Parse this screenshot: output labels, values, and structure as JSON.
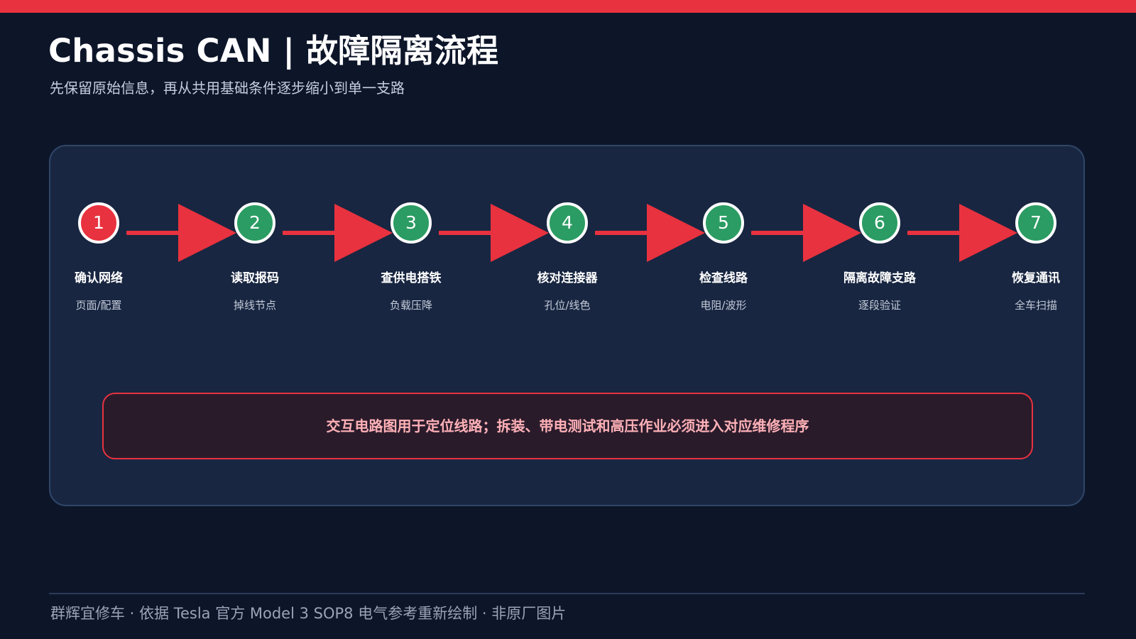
{
  "header": {
    "title": "Chassis CAN | 故障隔离流程",
    "subtitle": "先保留原始信息，再从共用基础条件逐步缩小到单一支路"
  },
  "flow": {
    "steps": [
      {
        "number": "1",
        "title": "确认网络",
        "subtitle": "页面/配置",
        "state": "active"
      },
      {
        "number": "2",
        "title": "读取报码",
        "subtitle": "掉线节点",
        "state": "done"
      },
      {
        "number": "3",
        "title": "查供电搭铁",
        "subtitle": "负载压降",
        "state": "done"
      },
      {
        "number": "4",
        "title": "核对连接器",
        "subtitle": "孔位/线色",
        "state": "done"
      },
      {
        "number": "5",
        "title": "检查线路",
        "subtitle": "电阻/波形",
        "state": "done"
      },
      {
        "number": "6",
        "title": "隔离故障支路",
        "subtitle": "逐段验证",
        "state": "done"
      },
      {
        "number": "7",
        "title": "恢复通讯",
        "subtitle": "全车扫描",
        "state": "done"
      }
    ]
  },
  "warning": {
    "text": "交互电路图用于定位线路；拆装、带电测试和高压作业必须进入对应维修程序"
  },
  "footer": {
    "text": "群辉宜修车 · 依据 Tesla 官方 Model 3 SOP8 电气参考重新绘制 · 非原厂图片"
  },
  "colors": {
    "background": "#0d1529",
    "panel": "#182641",
    "accent_red": "#e8323f",
    "step_green": "#2b9c63",
    "warning_text": "#ffb1b7"
  },
  "icons": {
    "flow_arrow": "arrow-right-icon"
  }
}
